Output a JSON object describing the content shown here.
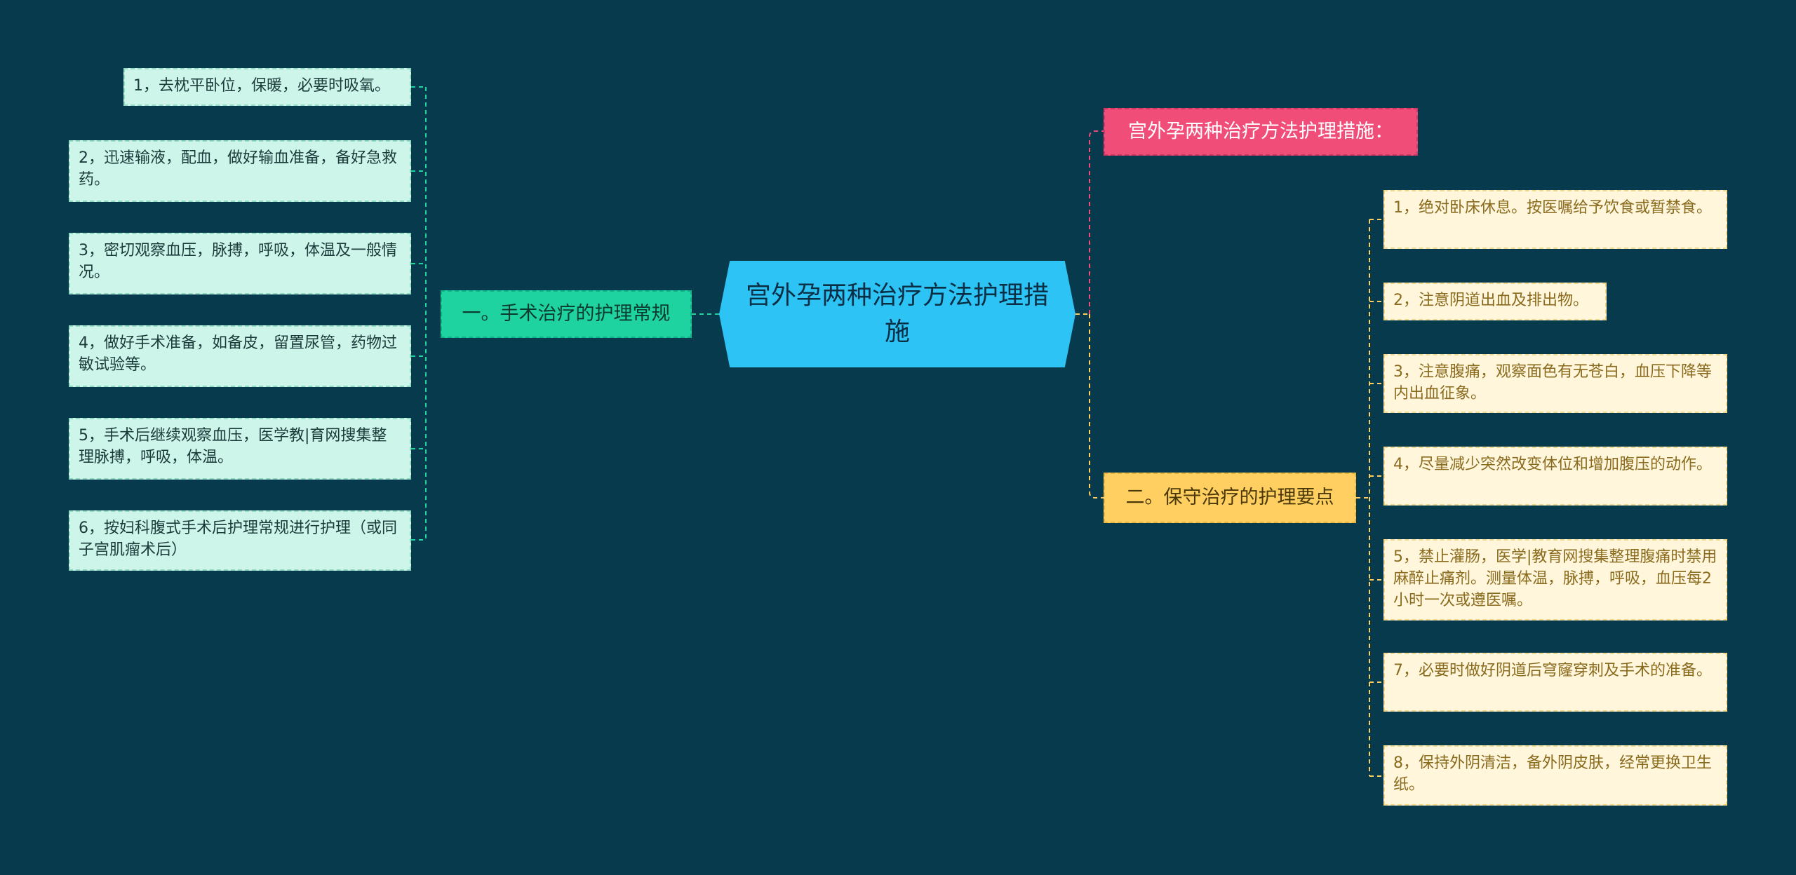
{
  "center": {
    "text": "宫外孕两种治疗方法护理措施"
  },
  "left_branch": {
    "label": "一。手术治疗的护理常规",
    "items": [
      "1，去枕平卧位，保暖，必要时吸氧。",
      "2，迅速输液，配血，做好输血准备，备好急救药。",
      "3，密切观察血压，脉搏，呼吸，体温及一般情况。",
      "4，做好手术准备，如备皮，留置尿管，药物过敏试验等。",
      "5，手术后继续观察血压，医学教|育网搜集整理脉搏，呼吸，体温。",
      "6，按妇科腹式手术后护理常规进行护理（或同子宫肌瘤术后）"
    ]
  },
  "right_top": {
    "label": "宫外孕两种治疗方法护理措施："
  },
  "right_branch": {
    "label": "二。保守治疗的护理要点",
    "items": [
      "1，绝对卧床休息。按医嘱给予饮食或暂禁食。",
      "2，注意阴道出血及排出物。",
      "3，注意腹痛，观察面色有无苍白，血压下降等内出血征象。",
      "4，尽量减少突然改变体位和增加腹压的动作。",
      "5，禁止灌肠，医学|教育网搜集整理腹痛时禁用麻醉止痛剂。测量体温，脉搏，呼吸，血压每2小时一次或遵医嘱。",
      "7，必要时做好阴道后穹窿穿刺及手术的准备。",
      "8，保持外阴清洁，备外阴皮肤，经常更换卫生纸。"
    ]
  },
  "colors": {
    "background": "#073a4d",
    "center": "#2ec3f5",
    "left_branch": "#1fd3a0",
    "left_leaf": "#cdf5ea",
    "right_branch": "#ffd061",
    "right_leaf": "#fff6dc",
    "top_branch": "#f04d79",
    "left_line": "#1fd3a0",
    "right_line": "#ffd061",
    "top_line": "#f04d79"
  }
}
